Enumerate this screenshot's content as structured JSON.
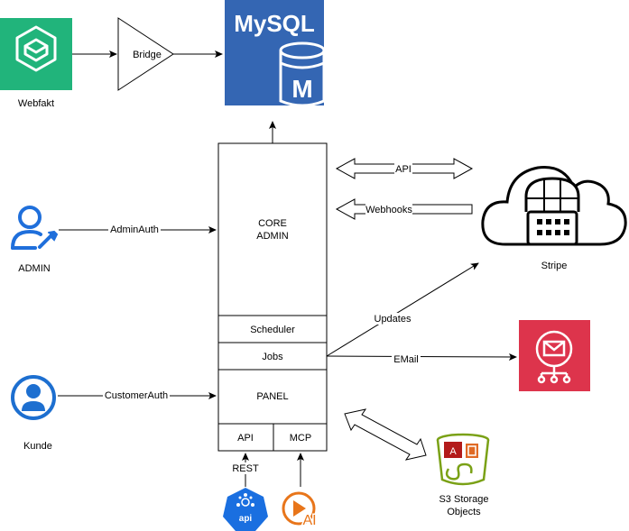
{
  "nodes": {
    "webfakt": {
      "label": "Webfakt",
      "icon": "webfakt-cube-icon",
      "color": "#21B47B"
    },
    "bridge": {
      "label": "Bridge"
    },
    "mysql": {
      "label": "MySQL",
      "badge": "M",
      "color": "#3466B3"
    },
    "admin": {
      "label": "ADMIN",
      "icon": "user-wrench-icon",
      "color": "#1F6FDB"
    },
    "kunde": {
      "label": "Kunde",
      "icon": "user-circle-icon",
      "color": "#1D6FD0"
    },
    "core": {
      "line1": "CORE",
      "line2": "ADMIN"
    },
    "scheduler": {
      "label": "Scheduler"
    },
    "jobs": {
      "label": "Jobs"
    },
    "panel": {
      "label": "PANEL"
    },
    "api_box": {
      "label": "API"
    },
    "mcp_box": {
      "label": "MCP"
    },
    "stripe": {
      "label": "Stripe",
      "icon": "cloud-server-icon"
    },
    "email": {
      "icon": "email-service-icon",
      "color": "#DD344C"
    },
    "s3": {
      "line1": "S3 Storage",
      "line2": "Objects",
      "icon": "s3-bucket-icon",
      "color": "#7AA116"
    },
    "api_icon": {
      "label": "api",
      "icon": "openapi-hex-icon",
      "color": "#1A6FE0"
    },
    "ai_icon": {
      "label": "AI",
      "icon": "ai-play-icon",
      "color": "#E8751A"
    }
  },
  "edges": {
    "admin_auth": "AdminAuth",
    "customer_auth": "CustomerAuth",
    "api": "API",
    "webhooks": "Webhooks",
    "updates": "Updates",
    "email": "EMail",
    "rest": "REST"
  }
}
